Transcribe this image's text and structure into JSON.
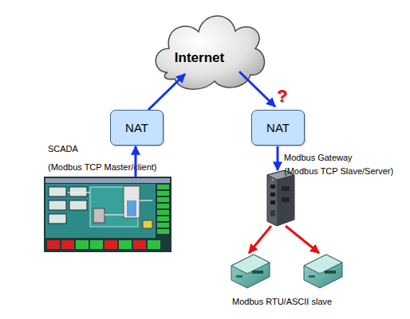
{
  "diagram": {
    "nodes": [
      {
        "text": [
          "Internet"
        ]
      },
      {
        "text": [
          "NAT"
        ]
      },
      {
        "text": [
          "NAT"
        ]
      },
      {
        "text": [
          "SCADA",
          "(Modbus TCP Master/client)"
        ]
      },
      {
        "text": [
          "Modbus Gateway",
          "(Modbus TCP Slave/Server)"
        ]
      }
    ],
    "edges": [
      {
        "from": 3,
        "to": 1,
        "arrow": "to"
      },
      {
        "from": 1,
        "to": 0,
        "arrow": "to"
      },
      {
        "from": 0,
        "to": 2,
        "arrow": "to"
      },
      {
        "from": 2,
        "to": 4,
        "arrow": "to"
      }
    ],
    "labels": [
      "?",
      "Modbus RTU/ASCII slave"
    ]
  }
}
